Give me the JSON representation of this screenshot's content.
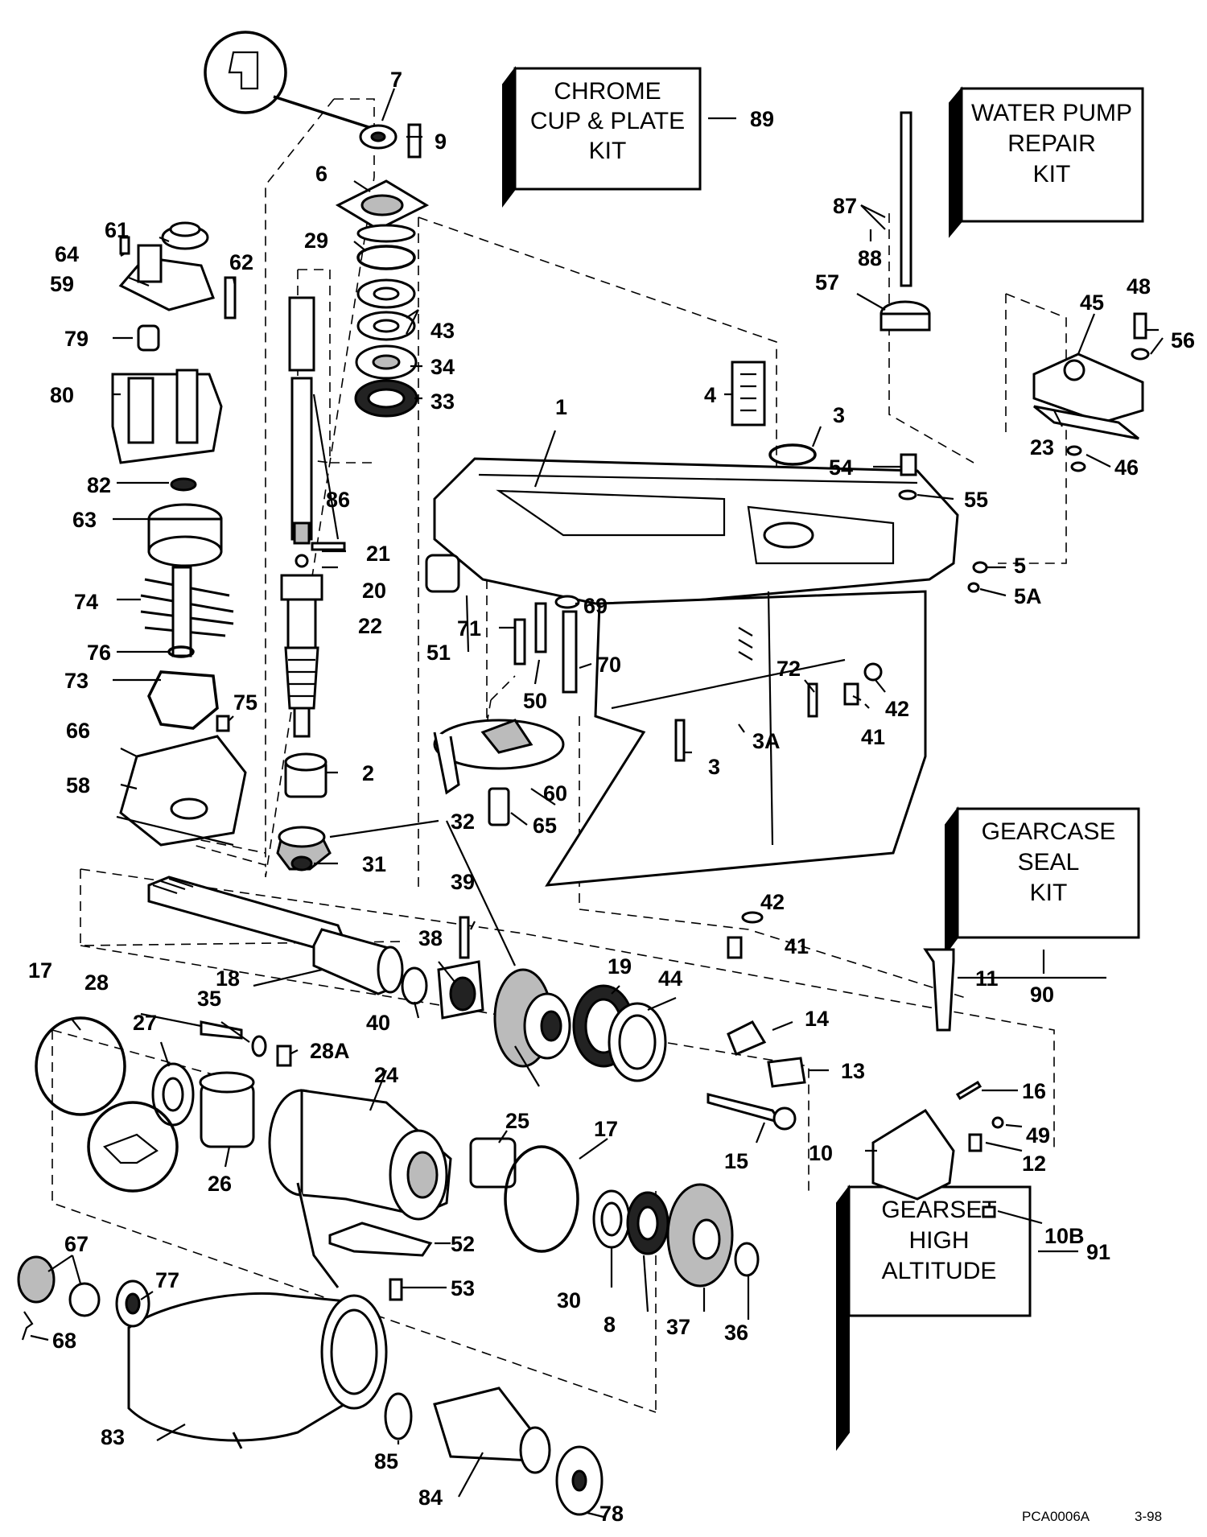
{
  "kit_boxes": [
    {
      "text": [
        "CHROME",
        "CUP & PLATE",
        "KIT"
      ],
      "ref": "89"
    },
    {
      "text": [
        "WATER PUMP",
        "REPAIR",
        "KIT"
      ],
      "ref": "88"
    },
    {
      "text": [
        "GEARCASE",
        "SEAL",
        "KIT"
      ],
      "ref": "90"
    },
    {
      "text": [
        "GEARSET",
        "HIGH",
        "ALTITUDE"
      ],
      "ref": "91"
    }
  ],
  "callouts": [
    "7",
    "9",
    "6",
    "29",
    "43",
    "34",
    "33",
    "86",
    "61",
    "64",
    "59",
    "62",
    "79",
    "80",
    "82",
    "63",
    "74",
    "76",
    "73",
    "75",
    "66",
    "58",
    "21",
    "20",
    "22",
    "2",
    "32",
    "31",
    "4",
    "3",
    "1",
    "87",
    "57",
    "45",
    "48",
    "56",
    "23",
    "46",
    "54",
    "55",
    "5",
    "5A",
    "69",
    "71",
    "70",
    "51",
    "50",
    "72",
    "42",
    "41",
    "3A",
    "3",
    "60",
    "65",
    "39",
    "38",
    "18",
    "40",
    "19",
    "44",
    "11",
    "14",
    "13",
    "15",
    "16",
    "49",
    "12",
    "10",
    "10B",
    "17",
    "28",
    "35",
    "28A",
    "27",
    "24",
    "26",
    "25",
    "17",
    "30",
    "8",
    "37",
    "36",
    "52",
    "53",
    "67",
    "77",
    "68",
    "83",
    "85",
    "84",
    "78",
    "42",
    "41"
  ],
  "footer": {
    "drawing_code": "PCA0006A",
    "date": "3-98"
  }
}
